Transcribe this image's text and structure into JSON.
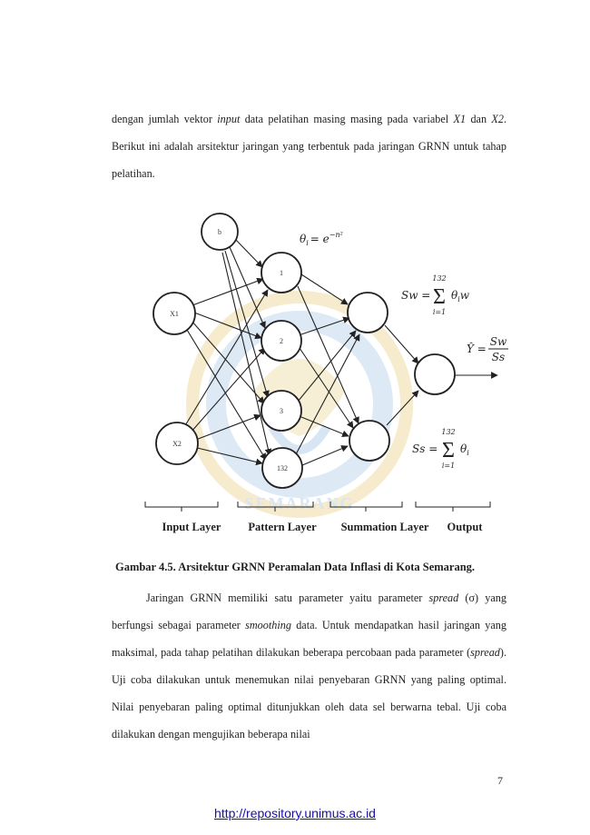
{
  "intro": {
    "t1": "dengan jumlah vektor ",
    "t1_input": "input",
    "t2": " data pelatihan masing masing pada variabel ",
    "t2_x1": "X1",
    "t3": " dan ",
    "t3_x2": "X2",
    "t4": ". Berikut ini adalah arsitektur jaringan yang terbentuk pada jaringan GRNN untuk tahap pelatihan."
  },
  "figure": {
    "nodes": {
      "bias": "b",
      "x1": "X1",
      "x2": "X2",
      "p1": "1",
      "p2": "2",
      "p3": "3",
      "p132": "132"
    },
    "formulas": {
      "theta_lhs": "θ",
      "theta_sub": "i",
      "theta_eq": "= e",
      "theta_exp": "−n²",
      "sw_lhs": "Sw =",
      "sw_top": "132",
      "sw_bottom": "i=1",
      "sw_sigma": "Σ",
      "sw_term": "θ",
      "sw_term_sub": "i",
      "sw_term_tail": "w",
      "ss_lhs": "Ss =",
      "ss_top": "132",
      "ss_bottom": "i=1",
      "ss_sigma": "Σ",
      "ss_term": "θ",
      "ss_term_sub": "i",
      "yhat_lhs": "Ŷ =",
      "yhat_num": "Sw",
      "yhat_den": "Ss"
    },
    "layers": [
      "Input Layer",
      "Pattern Layer",
      "Summation Layer",
      "Output"
    ],
    "watermark": "SEMARANG"
  },
  "caption": "Gambar 4.5. Arsitektur GRNN Peramalan Data Inflasi di Kota Semarang.",
  "body": {
    "s1": "Jaringan GRNN memiliki satu parameter yaitu parameter ",
    "s1_spread": "spread",
    "s2": " (σ) yang berfungsi sebagai parameter ",
    "s2_smoothing": "smoothing",
    "s3": " data. Untuk mendapatkan hasil jaringan yang maksimal, pada tahap pelatihan dilakukan beberapa percobaan pada parameter (",
    "s3_spread": "spread",
    "s4": "). Uji coba dilakukan untuk menemukan nilai penyebaran GRNN yang paling optimal. Nilai penyebaran paling optimal ditunjukkan oleh data sel berwarna tebal. Uji coba dilakukan dengan mengujikan beberapa nilai"
  },
  "page_number": "7",
  "footer_link": "http://repository.unimus.ac.id"
}
